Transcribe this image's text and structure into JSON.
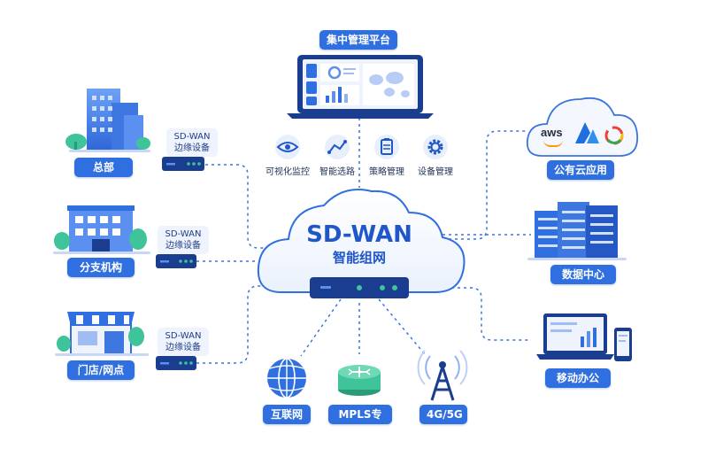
{
  "platform": {
    "title": "集中管理平台",
    "tools": [
      {
        "label": "可视化监控",
        "icon": "eye-icon"
      },
      {
        "label": "智能选路",
        "icon": "route-icon"
      },
      {
        "label": "策略管理",
        "icon": "clipboard-icon"
      },
      {
        "label": "设备管理",
        "icon": "gear-icon"
      }
    ]
  },
  "core": {
    "title": "SD-WAN",
    "subtitle": "智能组网"
  },
  "sites": [
    {
      "label": "总部",
      "device_line1": "SD-WAN",
      "device_line2": "边缘设备"
    },
    {
      "label": "分支机构",
      "device_line1": "SD-WAN",
      "device_line2": "边缘设备"
    },
    {
      "label": "门店/网点",
      "device_line1": "SD-WAN",
      "device_line2": "边缘设备"
    }
  ],
  "destinations": [
    {
      "label": "公有云应用",
      "logos": [
        "aws"
      ]
    },
    {
      "label": "数据中心"
    },
    {
      "label": "移动办公"
    }
  ],
  "links": [
    {
      "label": "互联网"
    },
    {
      "label": "MPLS专线"
    },
    {
      "label": "4G/5G"
    }
  ],
  "colors": {
    "primary": "#2f6fe0",
    "dark": "#1a3d8f",
    "light": "#e8effc",
    "green": "#3fc39a"
  }
}
